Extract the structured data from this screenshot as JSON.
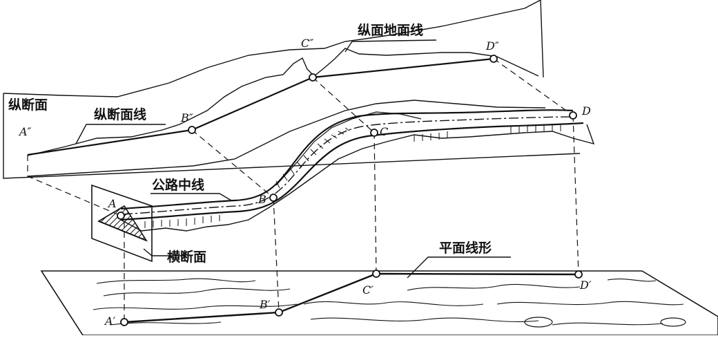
{
  "labels": {
    "longitudinal_ground_line": "纵面地面线",
    "longitudinal_section": "纵断面",
    "longitudinal_profile_line": "纵断面线",
    "road_centerline": "公路中线",
    "cross_section": "横断面",
    "plan_alignment": "平面线形"
  },
  "points": {
    "a_dd": "A″",
    "b_dd": "B″",
    "c_dd": "C″",
    "d_dd": "D″",
    "a": "A",
    "b": "B",
    "c": "C",
    "d": "D",
    "a_d": "A′",
    "b_d": "B′",
    "c_d": "C′",
    "d_d": "D′"
  },
  "style": {
    "ink": "#111111",
    "paper": "#ffffff"
  }
}
